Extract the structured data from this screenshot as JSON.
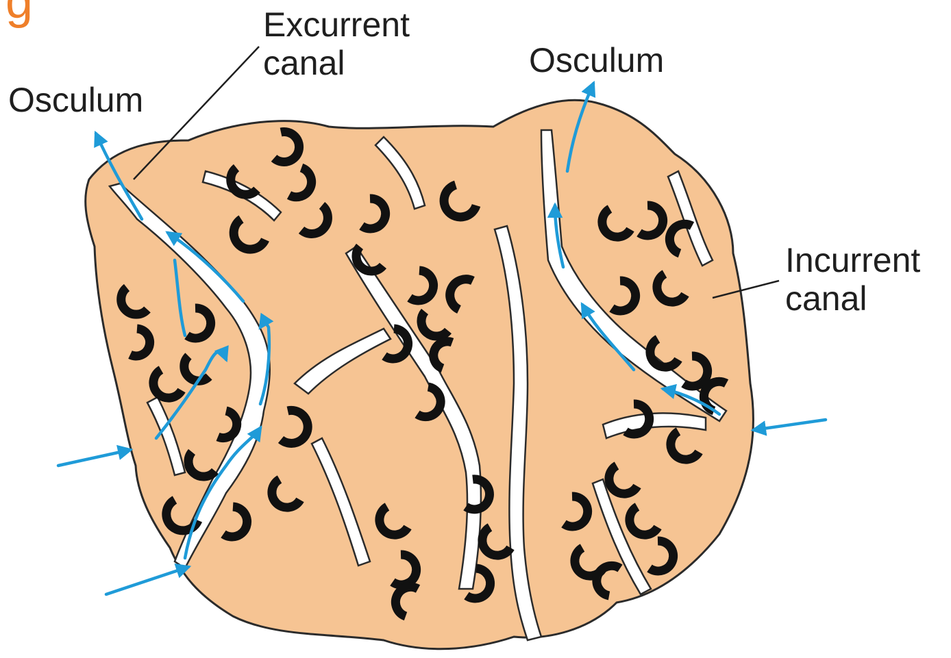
{
  "header_fragment": "g",
  "labels": {
    "osculum_left": "Osculum",
    "excurrent_line1": "Excurrent",
    "excurrent_line2": "canal",
    "osculum_right": "Osculum",
    "incurrent_line1": "Incurrent",
    "incurrent_line2": "canal"
  },
  "colors": {
    "tissue": "#f6c493",
    "outline": "#2b2b2b",
    "choanocyte_chamber": "#111111",
    "water_flow_arrow": "#1f9bd8",
    "header_accent": "#ef7f2a",
    "background": "#ffffff"
  }
}
